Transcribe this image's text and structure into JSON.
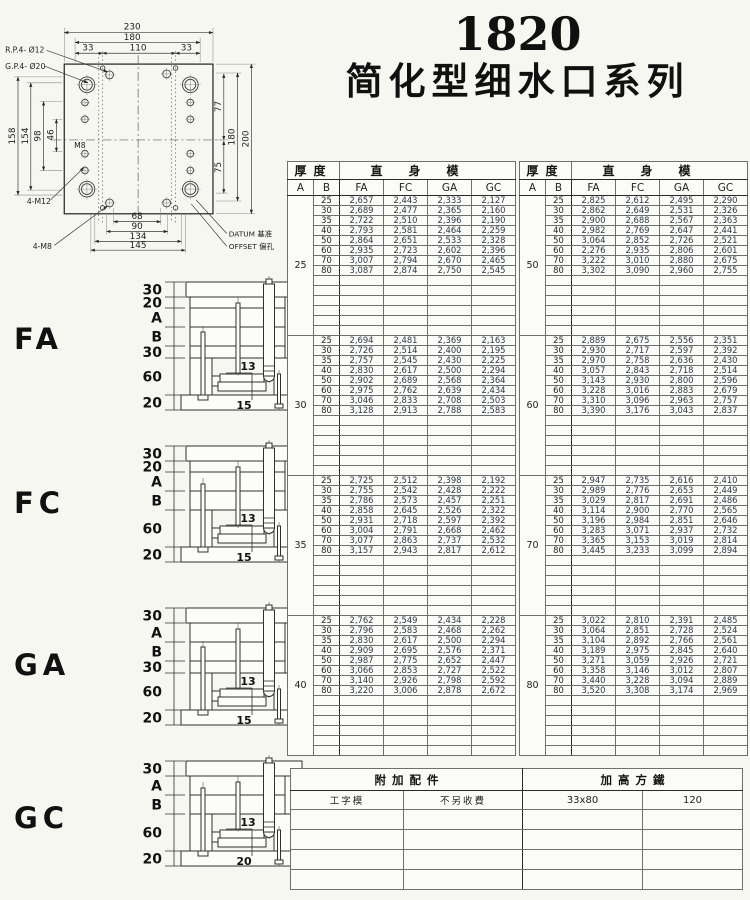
{
  "title": {
    "model": "1820",
    "series": "简化型细水口系列"
  },
  "drawing": {
    "labels": {
      "rp": "R.P.4- Ø12",
      "gp": "G.P.4- Ø20",
      "m8": "M8",
      "m12": "4-M12",
      "m8b": "4-M8",
      "datum": "DATUM 基准",
      "offset": "OFFSET 偏孔"
    },
    "dims": {
      "top": [
        "230",
        "180",
        "33",
        "110",
        "33"
      ],
      "left": [
        "158",
        "154",
        "98",
        "46"
      ],
      "right": [
        "77",
        "180",
        "200",
        "75"
      ],
      "bottom": [
        "68",
        "90",
        "134",
        "145"
      ]
    }
  },
  "diagrams": [
    {
      "label": "FA",
      "plates": [
        "30",
        "20",
        "A",
        "B",
        "30",
        "60",
        "20"
      ],
      "inner": [
        "13",
        "15"
      ]
    },
    {
      "label": "FC",
      "plates": [
        "30",
        "20",
        "A",
        "B",
        "60",
        "20"
      ],
      "inner": [
        "13",
        "15"
      ]
    },
    {
      "label": "GA",
      "plates": [
        "30",
        "A",
        "B",
        "30",
        "60",
        "20"
      ],
      "inner": [
        "13",
        "15"
      ]
    },
    {
      "label": "GC",
      "plates": [
        "30",
        "A",
        "B",
        "60",
        "20"
      ],
      "inner": [
        "13",
        "20"
      ]
    }
  ],
  "tables": {
    "header": {
      "thickness": "厚度",
      "straight": "直身模",
      "cols": [
        "A",
        "B",
        "FA",
        "FC",
        "GA",
        "GC"
      ]
    },
    "empty_rows_per_block": 6,
    "left_blocks": [
      {
        "A": "25",
        "rows": [
          [
            "25",
            "2,657",
            "2,443",
            "2,333",
            "2,127"
          ],
          [
            "30",
            "2,689",
            "2,477",
            "2,365",
            "2,160"
          ],
          [
            "35",
            "2,722",
            "2,510",
            "2,396",
            "2,190"
          ],
          [
            "40",
            "2,793",
            "2,581",
            "2,464",
            "2,259"
          ],
          [
            "50",
            "2,864",
            "2,651",
            "2,533",
            "2,328"
          ],
          [
            "60",
            "2,935",
            "2,723",
            "2,602",
            "2,396"
          ],
          [
            "70",
            "3,007",
            "2,794",
            "2,670",
            "2,465"
          ],
          [
            "80",
            "3,087",
            "2,874",
            "2,750",
            "2,545"
          ]
        ]
      },
      {
        "A": "30",
        "rows": [
          [
            "25",
            "2,694",
            "2,481",
            "2,369",
            "2,163"
          ],
          [
            "30",
            "2,726",
            "2,514",
            "2,400",
            "2,195"
          ],
          [
            "35",
            "2,757",
            "2,545",
            "2,430",
            "2,225"
          ],
          [
            "40",
            "2,830",
            "2,617",
            "2,500",
            "2,294"
          ],
          [
            "50",
            "2,902",
            "2,689",
            "2,568",
            "2,364"
          ],
          [
            "60",
            "2,975",
            "2,762",
            "2,639",
            "2,434"
          ],
          [
            "70",
            "3,046",
            "2,833",
            "2,708",
            "2,503"
          ],
          [
            "80",
            "3,128",
            "2,913",
            "2,788",
            "2,583"
          ]
        ]
      },
      {
        "A": "35",
        "rows": [
          [
            "25",
            "2,725",
            "2,512",
            "2,398",
            "2,192"
          ],
          [
            "30",
            "2,755",
            "2,542",
            "2,428",
            "2,222"
          ],
          [
            "35",
            "2,786",
            "2,573",
            "2,457",
            "2,251"
          ],
          [
            "40",
            "2,858",
            "2,645",
            "2,526",
            "2,322"
          ],
          [
            "50",
            "2,931",
            "2,718",
            "2,597",
            "2,392"
          ],
          [
            "60",
            "3,004",
            "2,791",
            "2,668",
            "2,462"
          ],
          [
            "70",
            "3,077",
            "2,863",
            "2,737",
            "2,532"
          ],
          [
            "80",
            "3,157",
            "2,943",
            "2,817",
            "2,612"
          ]
        ]
      },
      {
        "A": "40",
        "rows": [
          [
            "25",
            "2,762",
            "2,549",
            "2,434",
            "2,228"
          ],
          [
            "30",
            "2,796",
            "2,583",
            "2,468",
            "2,262"
          ],
          [
            "35",
            "2,830",
            "2,617",
            "2,500",
            "2,294"
          ],
          [
            "40",
            "2,909",
            "2,695",
            "2,576",
            "2,371"
          ],
          [
            "50",
            "2,987",
            "2,775",
            "2,652",
            "2,447"
          ],
          [
            "60",
            "3,066",
            "2,853",
            "2,727",
            "2,522"
          ],
          [
            "70",
            "3,140",
            "2,926",
            "2,798",
            "2,592"
          ],
          [
            "80",
            "3,220",
            "3,006",
            "2,878",
            "2,672"
          ]
        ]
      }
    ],
    "right_blocks": [
      {
        "A": "50",
        "rows": [
          [
            "25",
            "2,825",
            "2,612",
            "2,495",
            "2,290"
          ],
          [
            "30",
            "2,862",
            "2,649",
            "2,531",
            "2,326"
          ],
          [
            "35",
            "2,900",
            "2,688",
            "2,567",
            "2,363"
          ],
          [
            "40",
            "2,982",
            "2,769",
            "2,647",
            "2,441"
          ],
          [
            "50",
            "3,064",
            "2,852",
            "2,726",
            "2,521"
          ],
          [
            "60",
            "2,276",
            "2,935",
            "2,806",
            "2,601"
          ],
          [
            "70",
            "3,222",
            "3,010",
            "2,880",
            "2,675"
          ],
          [
            "80",
            "3,302",
            "3,090",
            "2,960",
            "2,755"
          ]
        ]
      },
      {
        "A": "60",
        "rows": [
          [
            "25",
            "2,889",
            "2,675",
            "2,556",
            "2,351"
          ],
          [
            "30",
            "2,930",
            "2,717",
            "2,597",
            "2,392"
          ],
          [
            "35",
            "2,970",
            "2,758",
            "2,636",
            "2,430"
          ],
          [
            "40",
            "3,057",
            "2,843",
            "2,718",
            "2,514"
          ],
          [
            "50",
            "3,143",
            "2,930",
            "2,800",
            "2,596"
          ],
          [
            "60",
            "3,228",
            "3,016",
            "2,883",
            "2,679"
          ],
          [
            "70",
            "3,310",
            "3,096",
            "2,963",
            "2,757"
          ],
          [
            "80",
            "3,390",
            "3,176",
            "3,043",
            "2,837"
          ]
        ]
      },
      {
        "A": "70",
        "rows": [
          [
            "25",
            "2,947",
            "2,735",
            "2,616",
            "2,410"
          ],
          [
            "30",
            "2,989",
            "2,776",
            "2,653",
            "2,449"
          ],
          [
            "35",
            "3,029",
            "2,817",
            "2,691",
            "2,486"
          ],
          [
            "40",
            "3,114",
            "2,900",
            "2,770",
            "2,565"
          ],
          [
            "50",
            "3,196",
            "2,984",
            "2,851",
            "2,646"
          ],
          [
            "60",
            "3,283",
            "3,071",
            "2,937",
            "2,732"
          ],
          [
            "70",
            "3,365",
            "3,153",
            "3,019",
            "2,814"
          ],
          [
            "80",
            "3,445",
            "3,233",
            "3,099",
            "2,894"
          ]
        ]
      },
      {
        "A": "80",
        "rows": [
          [
            "25",
            "3,022",
            "2,810",
            "2,391",
            "2,485"
          ],
          [
            "30",
            "3,064",
            "2,851",
            "2,728",
            "2,524"
          ],
          [
            "35",
            "3,104",
            "2,892",
            "2,766",
            "2,561"
          ],
          [
            "40",
            "3,189",
            "2,975",
            "2,845",
            "2,640"
          ],
          [
            "50",
            "3,271",
            "3,059",
            "2,926",
            "2,721"
          ],
          [
            "60",
            "3,358",
            "3,146",
            "3,012",
            "2,807"
          ],
          [
            "70",
            "3,440",
            "3,228",
            "3,094",
            "2,889"
          ],
          [
            "80",
            "3,520",
            "3,308",
            "3,174",
            "2,969"
          ]
        ]
      }
    ]
  },
  "accessories": {
    "header_left": "附加配件",
    "header_right": "加高方鐵",
    "row": [
      "工字模",
      "不另收費",
      "33x80",
      "120"
    ],
    "empty_rows": 4
  }
}
